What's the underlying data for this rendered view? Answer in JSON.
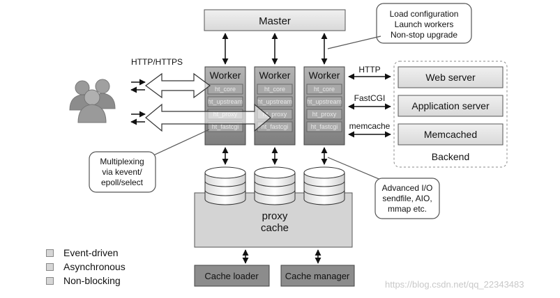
{
  "master": {
    "label": "Master"
  },
  "master_note": {
    "lines": [
      "Load configuration",
      "Launch workers",
      "Non-stop upgrade"
    ]
  },
  "http_https_label": "HTTP/HTTPS",
  "workers": [
    {
      "label": "Worker",
      "modules": [
        "ht_core",
        "ht_upstream",
        "ht_proxy",
        "ht_fastcgi"
      ]
    },
    {
      "label": "Worker",
      "modules": [
        "ht_core",
        "ht_upstream",
        "ht_proxy",
        "ht_fastcgi"
      ]
    },
    {
      "label": "Worker",
      "modules": [
        "ht_core",
        "ht_upstream",
        "ht_proxy",
        "ht_fastcgi"
      ]
    }
  ],
  "protocols": [
    "HTTP",
    "FastCGI",
    "memcache"
  ],
  "backend": {
    "servers": [
      "Web server",
      "Application server",
      "Memcached"
    ],
    "label": "Backend"
  },
  "multiplexing_note": {
    "lines": [
      "Multiplexing",
      "via kevent/",
      "epoll/select"
    ]
  },
  "aio_note": {
    "lines": [
      "Advanced I/O",
      "sendfile, AIO,",
      "mmap etc."
    ]
  },
  "proxy_cache": {
    "lines": [
      "proxy",
      "cache"
    ]
  },
  "cache_loader": {
    "label": "Cache loader"
  },
  "cache_manager": {
    "label": "Cache manager"
  },
  "legend": {
    "items": [
      "Event-driven",
      "Asynchronous",
      "Non-blocking"
    ]
  },
  "watermark": "https://blog.csdn.net/qq_22343483",
  "colors": {
    "box_light": "#e6e6e6",
    "box_dark": "#8c8c8c",
    "module": "#a6a6a6",
    "cache_area": "#d4d4d4"
  }
}
